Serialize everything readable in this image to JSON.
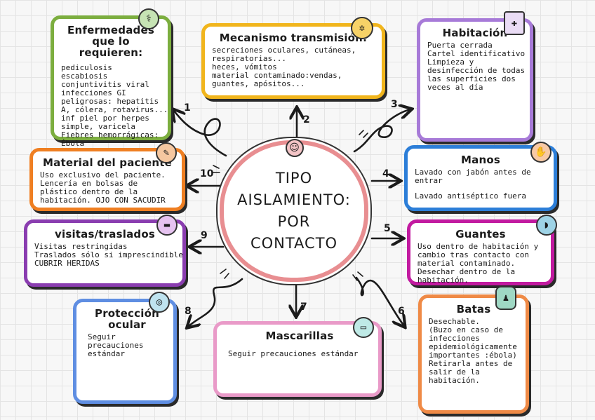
{
  "center": {
    "lines": [
      "TIPO",
      "AISLAMIENTO:",
      "POR",
      "CONTACTO"
    ]
  },
  "cards": {
    "enfermedades": {
      "title": "Enfermedades que lo requieren:",
      "lines": [
        "pediculosis",
        "escabiosis",
        "conjuntivitis viral",
        "infecciones GI",
        "peligrosas: hepatitis",
        "A, cólera, rotavirus...",
        "inf piel por herpes",
        "simple, varicela",
        "Fiebres hemorrágicas:",
        "Ébola"
      ]
    },
    "mecanismo": {
      "title": "Mecanismo transmisión:",
      "lines": [
        "secreciones oculares, cutáneas,",
        "respiratorias...",
        "heces, vómitos",
        "material contaminado:vendas,",
        "guantes, apósitos..."
      ]
    },
    "habitacion": {
      "title": "Habitación",
      "lines": [
        "Puerta cerrada",
        "Cartel identificativo",
        "Limpieza y",
        "desinfección de todas",
        "las superficies dos",
        "veces al día"
      ]
    },
    "material": {
      "title": "Material del paciente",
      "lines": [
        "Uso exclusivo del paciente.",
        "Lencería en bolsas de",
        "plástico dentro de la",
        "habitación. OJO CON SACUDIR"
      ]
    },
    "manos": {
      "title": "Manos",
      "lines": [
        "Lavado con jabón antes de",
        "entrar",
        "",
        "Lavado antiséptico fuera"
      ]
    },
    "visitas": {
      "title": "visitas/traslados",
      "lines": [
        "Visitas restringidas",
        "Traslados sólo si imprescindible",
        "CUBRIR HERIDAS"
      ]
    },
    "guantes": {
      "title": "Guantes",
      "lines": [
        "Uso dentro de habitación y",
        "cambio tras contacto con",
        "material contaminado.",
        "Desechar dentro de la",
        "habitación."
      ]
    },
    "proteccion": {
      "title": "Protección ocular",
      "lines": [
        "Seguir",
        "precauciones",
        "estándar"
      ]
    },
    "mascarillas": {
      "title": "Mascarillas",
      "lines": [
        "Seguir precauciones estándar"
      ]
    },
    "batas": {
      "title": "Batas",
      "lines": [
        "Desechable.",
        "(Buzo en caso de",
        "infecciones",
        "epidemiológicamente",
        "importantes :ébola)",
        "Retirarla antes de",
        "salir de la",
        "habitación."
      ]
    }
  },
  "numbers": [
    "1",
    "2",
    "3",
    "4",
    "5",
    "6",
    "7",
    "8",
    "9",
    "10"
  ],
  "colors": {
    "green": "#7cae3f",
    "yellow": "#f1b51c",
    "purple": "#a77ad8",
    "orange": "#ef7f22",
    "blue": "#2c7ed8",
    "violet": "#8a3db0",
    "magenta": "#c21aa0",
    "lightblue": "#5f8ee2",
    "pink": "#e99ac8",
    "lightorange": "#ef8a46",
    "center": "#e88e91"
  },
  "icons": {
    "enfermedades": "doctor-icon",
    "mecanismo": "germs-icon",
    "habitacion": "hospital-room-icon",
    "material": "paintbrush-icon",
    "manos": "hand-icon",
    "visitas": "bed-icon",
    "guantes": "glove-icon",
    "proteccion": "goggles-icon",
    "mascarillas": "mask-icon",
    "batas": "gown-icon",
    "center": "nurse-icon"
  }
}
